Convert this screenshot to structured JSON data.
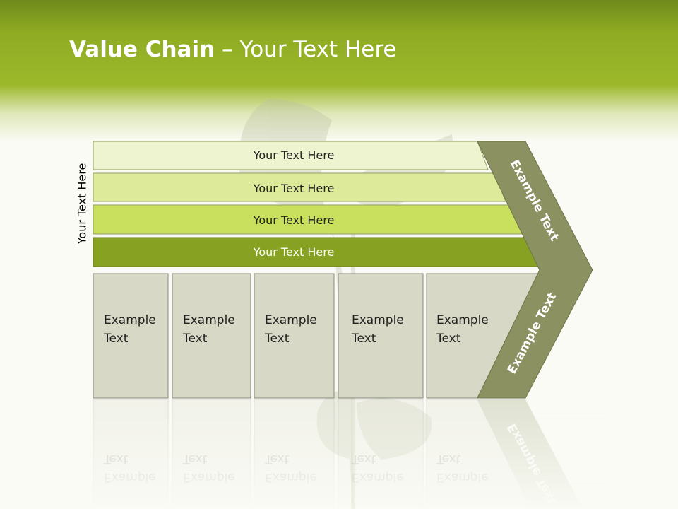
{
  "title": {
    "bold": "Value Chain",
    "rest": " – Your Text Here"
  },
  "side_label": "Your Text Here",
  "support_rows": [
    {
      "label": "Your Text Here",
      "fill": "#eef4cf"
    },
    {
      "label": "Your Text Here",
      "fill": "#dcea9a"
    },
    {
      "label": "Your Text Here",
      "fill": "#c9df5e"
    },
    {
      "label": "Your Text Here",
      "fill": "#87a122"
    }
  ],
  "primary_boxes": [
    {
      "line1": "Example",
      "line2": "Text"
    },
    {
      "line1": "Example",
      "line2": "Text"
    },
    {
      "line1": "Example",
      "line2": "Text"
    },
    {
      "line1": "Example",
      "line2": "Text"
    },
    {
      "line1": "Example",
      "line2": "Text"
    }
  ],
  "margin_arrow": {
    "upper": "Example Text",
    "lower": "Example Text",
    "fill": "#8b9161"
  },
  "colors": {
    "header": "#9cb82a",
    "box_fill": "#d8d8c6",
    "box_stroke": "#8a8a7c"
  }
}
